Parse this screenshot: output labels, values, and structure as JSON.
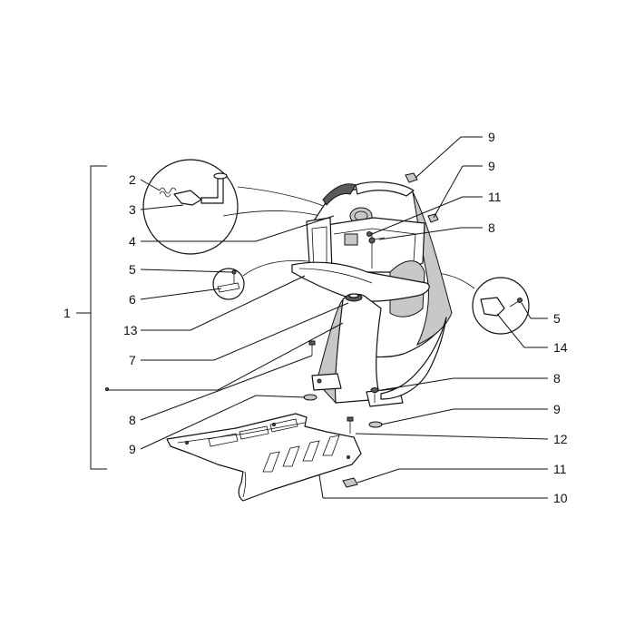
{
  "callouts": {
    "l1": "1",
    "l2": "2",
    "l3": "3",
    "l4": "4",
    "l5": "5",
    "l6": "6",
    "l13": "13",
    "l7": "7",
    "l8": "8",
    "l9": "9",
    "r9a": "9",
    "r9b": "9",
    "r11a": "11",
    "r8a": "8",
    "r5": "5",
    "r14": "14",
    "r8b": "8",
    "r9c": "9",
    "r12": "12",
    "r11b": "11",
    "r10": "10"
  }
}
